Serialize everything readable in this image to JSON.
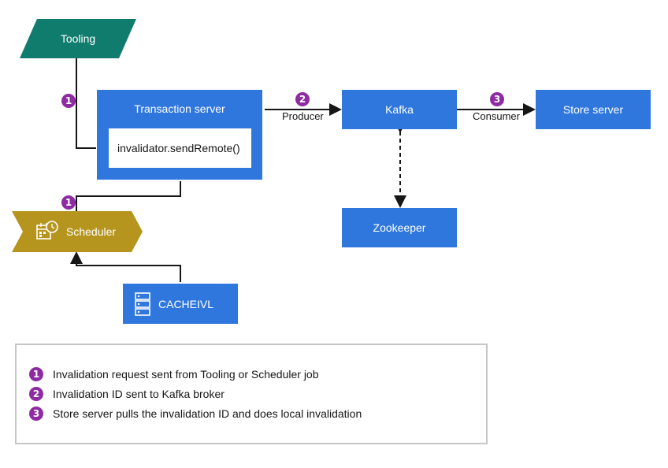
{
  "nodes": {
    "tooling": "Tooling",
    "transaction_server": "Transaction server",
    "send_remote": "invalidator.sendRemote()",
    "scheduler": "Scheduler",
    "cacheivl": "CACHEIVL",
    "kafka": "Kafka",
    "zookeeper": "Zookeeper",
    "store_server": "Store server"
  },
  "edges": {
    "producer": "Producer",
    "consumer": "Consumer"
  },
  "badges": {
    "tooling_step": "1",
    "scheduler_step": "1",
    "producer_step": "2",
    "consumer_step": "3"
  },
  "legend": [
    {
      "num": "1",
      "text": "Invalidation request sent from Tooling or Scheduler job"
    },
    {
      "num": "2",
      "text": "Invalidation ID sent to Kafka broker"
    },
    {
      "num": "3",
      "text": "Store server pulls the invalidation ID and does local invalidation"
    }
  ],
  "colors": {
    "tooling": "#107c6e",
    "box": "#2f77dd",
    "scheduler": "#b6951e",
    "badge": "#8e2ba3",
    "line": "#161616"
  },
  "icons": {
    "scheduler": "calendar-clock-icon",
    "cacheivl": "database-icon"
  }
}
